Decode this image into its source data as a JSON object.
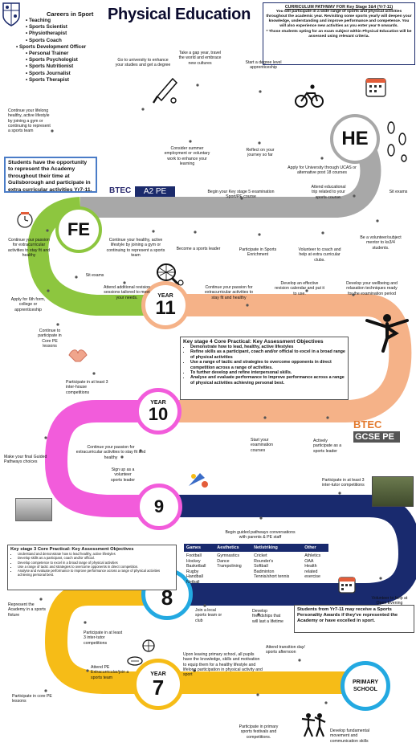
{
  "title": "Physical Education",
  "careers": {
    "heading": "Careers in Sport",
    "items": [
      "Teaching",
      "Sports Scientist",
      "Physiotherapist",
      "Sports Coach",
      "Sports Development Officer",
      "Personal Trainer",
      "Sports Psychologist",
      "Sports Nutritionist",
      "Sports Journalist",
      "Sports Therapist"
    ]
  },
  "curriculum": {
    "heading": "CURRICULUM PATHWAY FOR Key Stage 3&4 (Yr7-11)",
    "body": "You will participate in a wide range of sports and physical activities throughout the academic year. Revisiting some sports yearly will deepen your knowledge, understanding and improve performance and competence. You will also experience new activities as you enter year 9 onwards.",
    "note": "* Those students opting for an exam subject within Physical Education will be assessed using relevant criteria."
  },
  "academy_box": "Students have the opportunity to represent the Academy throughout their time at Guilsborough and participate in extra curricular activities Yr7-11.",
  "stages": {
    "he": "HE",
    "fe": "FE",
    "year_label": "YEAR",
    "y11": "11",
    "y10": "10",
    "y9": "9",
    "y8": "8",
    "y7": "7",
    "primary": "PRIMARY SCHOOL"
  },
  "logos": {
    "btec": "BTEC",
    "a2pe": "A2 PE",
    "btec2": "BTEC",
    "gcse": "GCSE PE"
  },
  "labels": {
    "uni": "Go to university to enhance your studies and get a degree",
    "gap": "Take a gap year, travel the world and embrace new cultures",
    "apprentice": "Start a degree level apprenticeship",
    "lifelong": "Continue your lifelong healthy, active lifestyle by joining a gym or continuing to represent a sports team",
    "summer": "Consider summer employment or voluntary work to enhance your learning",
    "reflect": "Reflect on your journey so far",
    "ucas": "Apply for University through UCAS or alternative post 18 courses",
    "edutrip": "Attend educational trip related to your sports course.",
    "sit_exams_top": "Sit exams",
    "begin_ks5": "Begin your Key stage 5 examination Sport/PE course",
    "volunteer_mentor": "Be a volunteer/subject mentor to ks3/4 students.",
    "fe_passion": "Continue your passion for extracurricular activities to stay fit and healthy",
    "fe_lifestyle": "Continue your healthy, active lifestyle by joining a gym or continuing to represent a sports team",
    "sports_leader_fe": "Become a sports leader",
    "enrichment": "Participate in Sports Enrichment",
    "vol_coach": "Volunteer to coach and help at extra curricular clubs.",
    "sit_exams_fe": "Sit exams",
    "apply_6th": "Apply for 6th form, college or apprenticeship",
    "revision_sessions": "Attend additional revision sessions tailored to meet your needs.",
    "passion_y11": "Continue your passion for extracurricular activities to stay fit and healthy",
    "revision_cal": "Develop an effective revision calendar and put it to use.",
    "wellbeing": "Develop your wellbeing and relaxation techniques ready for the examination period",
    "core_pe_y11": "Continue to participate in Core PE lessons",
    "ks4_heading": "Key stage 4 Core Practical: Key Assessment Objectives",
    "ks4_items": [
      "Demonstrate how to lead, healthy, active lifestyles",
      "Refine skills as a participant, coach and/or official to excel in a broad range of physical activities",
      "Use a range of tactic and strategies to overcome opponents in direct competition across a range of activities.",
      "To further develop and refine interpersonal skills.",
      "Analyse and evaluate performance to improve performance across a range of physical activities achieving personal best."
    ],
    "y10_inhouse": "Participate in at least 3 inter-house competitions",
    "guided_choices": "Make your final Guided Pathways choices",
    "passion_y10": "Continue your passion for extracurricular activities to stay fit and healthy",
    "sign_up_leader": "Sign up as a volunteer sports leader",
    "start_exam": "Start your examination courses",
    "active_leader": "Actively participate as a sports leader",
    "y9_intertutor": "Participate in at least 3 inter-tutor competitions",
    "guided_conv": "Begin guided pathways conversations with parents & PE staff",
    "ks3_heading": "Key stage 3 Core Practical: Key Assessment Objectives",
    "ks3_items": [
      "Understand and demonstrate how to lead healthy, active lifestyles",
      "Develop skills as a participant, coach and/or official.",
      "Develop competence to excel in a broad range of physical activities",
      "Use a range of tactic and strategies to overcome opponents in direct competition.",
      "Analyse and evaluate performance to improve performance across a range of physical activities achieving personal best."
    ],
    "represent_y8": "Represent the Academy in a sports fixture",
    "y8_intertutor": "Participate in at least 3 inter-tutor competitions",
    "join_club": "Join a local sports team or club",
    "friendships": "Develop friendships that will last a lifetime",
    "open_evening": "Volunteer to help at Open Evening",
    "awards": "Students from Yr7-11 may receive a Sports Personality Awards if they've represented the Academy or have excelled in sport.",
    "attend_extra": "Attend PE Extracurricular/join a sports team",
    "upon_leaving": "Upon leaving primary school, all pupils have the knowledge, skills and motivation to equip them for a healthy lifestyle and lifelong participation in physical activity and sport",
    "transition": "Attend transition day/ sports afternoon",
    "core_pe_y7": "Participate in core PE lessons",
    "primary_fest": "Participate in primary sports festivals and competitions.",
    "fundamental": "Develop fundamental movement and communication skills"
  },
  "activities_table": {
    "headers": [
      "Games",
      "Aesthetics",
      "Net/striking",
      "Other"
    ],
    "columns": [
      [
        "Football",
        "Hockey",
        "Basketball",
        "Rugby",
        "Handball",
        "Netball"
      ],
      [
        "Gymnastics",
        "Dance",
        "Trampolining"
      ],
      [
        "Cricket",
        "Rounder's",
        "Softball",
        "Badminton",
        "Tennis/short tennis"
      ],
      [
        "Athletics",
        "OAA",
        "Health",
        "related",
        "exercise"
      ]
    ]
  },
  "colors": {
    "he_band": "#a8a8a8",
    "fe_band": "#8dc63f",
    "y11_band": "#f5b288",
    "y10_band": "#f25cdb",
    "y9_band": "#192a6e",
    "y8_band": "#f6bc17",
    "y7_band": "#f6bc17",
    "primary_ring": "#23a9e1",
    "title": "#0b0b2e",
    "academy_border": "#4a7cc7"
  }
}
